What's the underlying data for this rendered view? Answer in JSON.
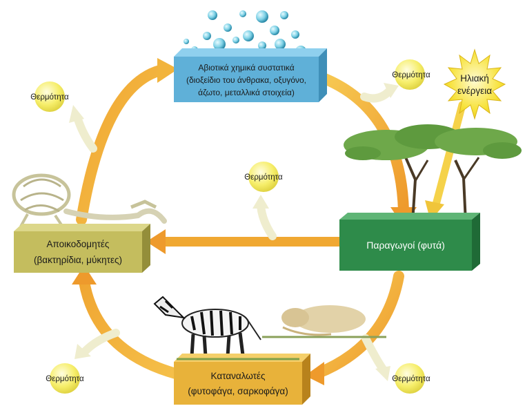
{
  "boxes": {
    "abiotic": {
      "line1": "Αβιοτικά χημικά συστατικά",
      "line2": "(διοξείδιο του άνθρακα, οξυγόνο,",
      "line3": "άζωτο, μεταλλικά στοιχεία)"
    },
    "producers": {
      "line1": "Παραγωγοί (φυτά)"
    },
    "decomposers": {
      "line1": "Αποικοδομητές",
      "line2": "(βακτηρίδια, μύκητες)"
    },
    "consumers": {
      "line1": "Καταναλωτές",
      "line2": "(φυτοφάγα, σαρκοφάγα)"
    }
  },
  "heat": {
    "top_right": "Θερμότητα",
    "left_upper": "Θερμότητα",
    "center": "Θερμότητα",
    "bottom_left": "Θερμότητα",
    "bottom_right": "Θερμότητα"
  },
  "sun": {
    "line1": "Ηλιακή",
    "line2": "ενέργεια"
  },
  "colors": {
    "abiotic_box": "#5fb0d8",
    "producers_box": "#2e8b4a",
    "decomposers_box": "#c4bd5e",
    "consumers_box": "#e8b23a",
    "cycle_arrow": "#f2b43c",
    "heat_arrow": "#f3f0cf",
    "heat_circle": "#f6ee6a",
    "sun": "#f7e23a"
  }
}
